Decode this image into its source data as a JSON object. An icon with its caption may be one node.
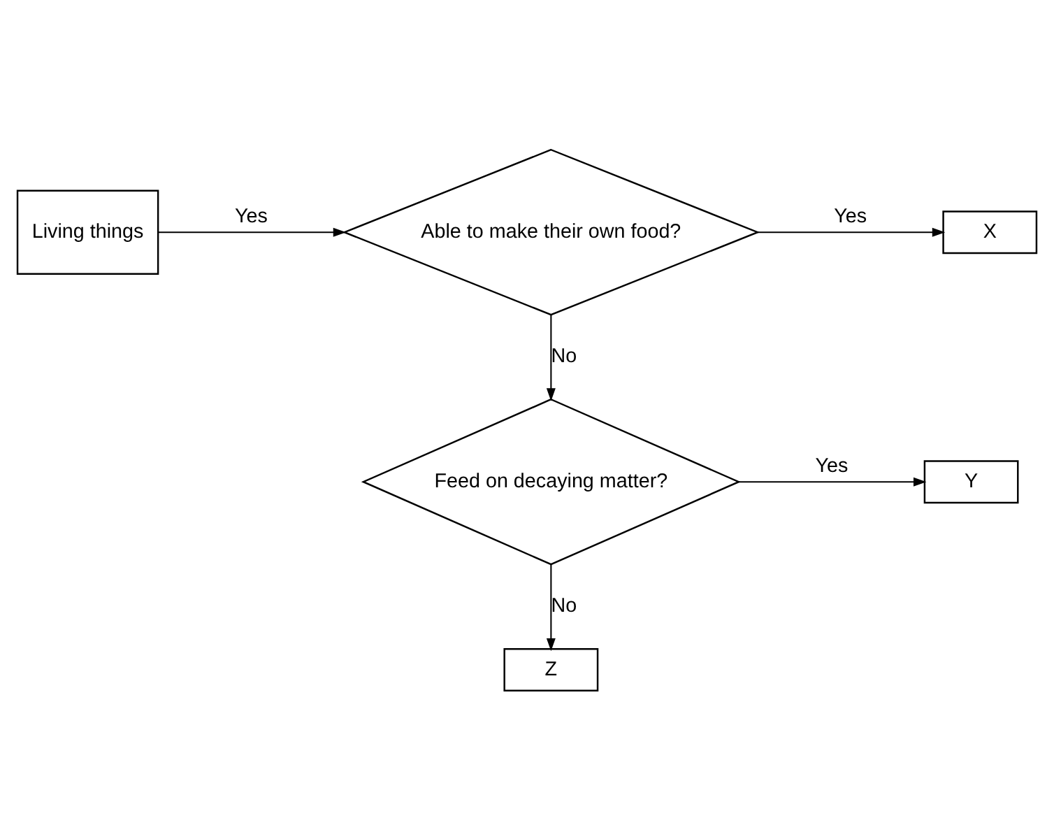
{
  "diagram": {
    "nodes": [
      {
        "text": [
          "Living things"
        ]
      },
      {
        "text": [
          "Able to make their own food?"
        ]
      },
      {
        "text": [
          "X"
        ]
      },
      {
        "text": [
          "Feed on decaying matter?"
        ]
      },
      {
        "text": [
          "Y"
        ]
      },
      {
        "text": [
          "Z"
        ]
      }
    ],
    "edges": [
      {
        "from": 0,
        "to": 1,
        "arrow": "to",
        "label": "Yes"
      },
      {
        "from": 1,
        "to": 2,
        "arrow": "to",
        "label": "Yes"
      },
      {
        "from": 1,
        "to": 3,
        "arrow": "to",
        "label": "No"
      },
      {
        "from": 3,
        "to": 4,
        "arrow": "to",
        "label": "Yes"
      },
      {
        "from": 3,
        "to": 5,
        "arrow": "to",
        "label": "No"
      }
    ]
  }
}
